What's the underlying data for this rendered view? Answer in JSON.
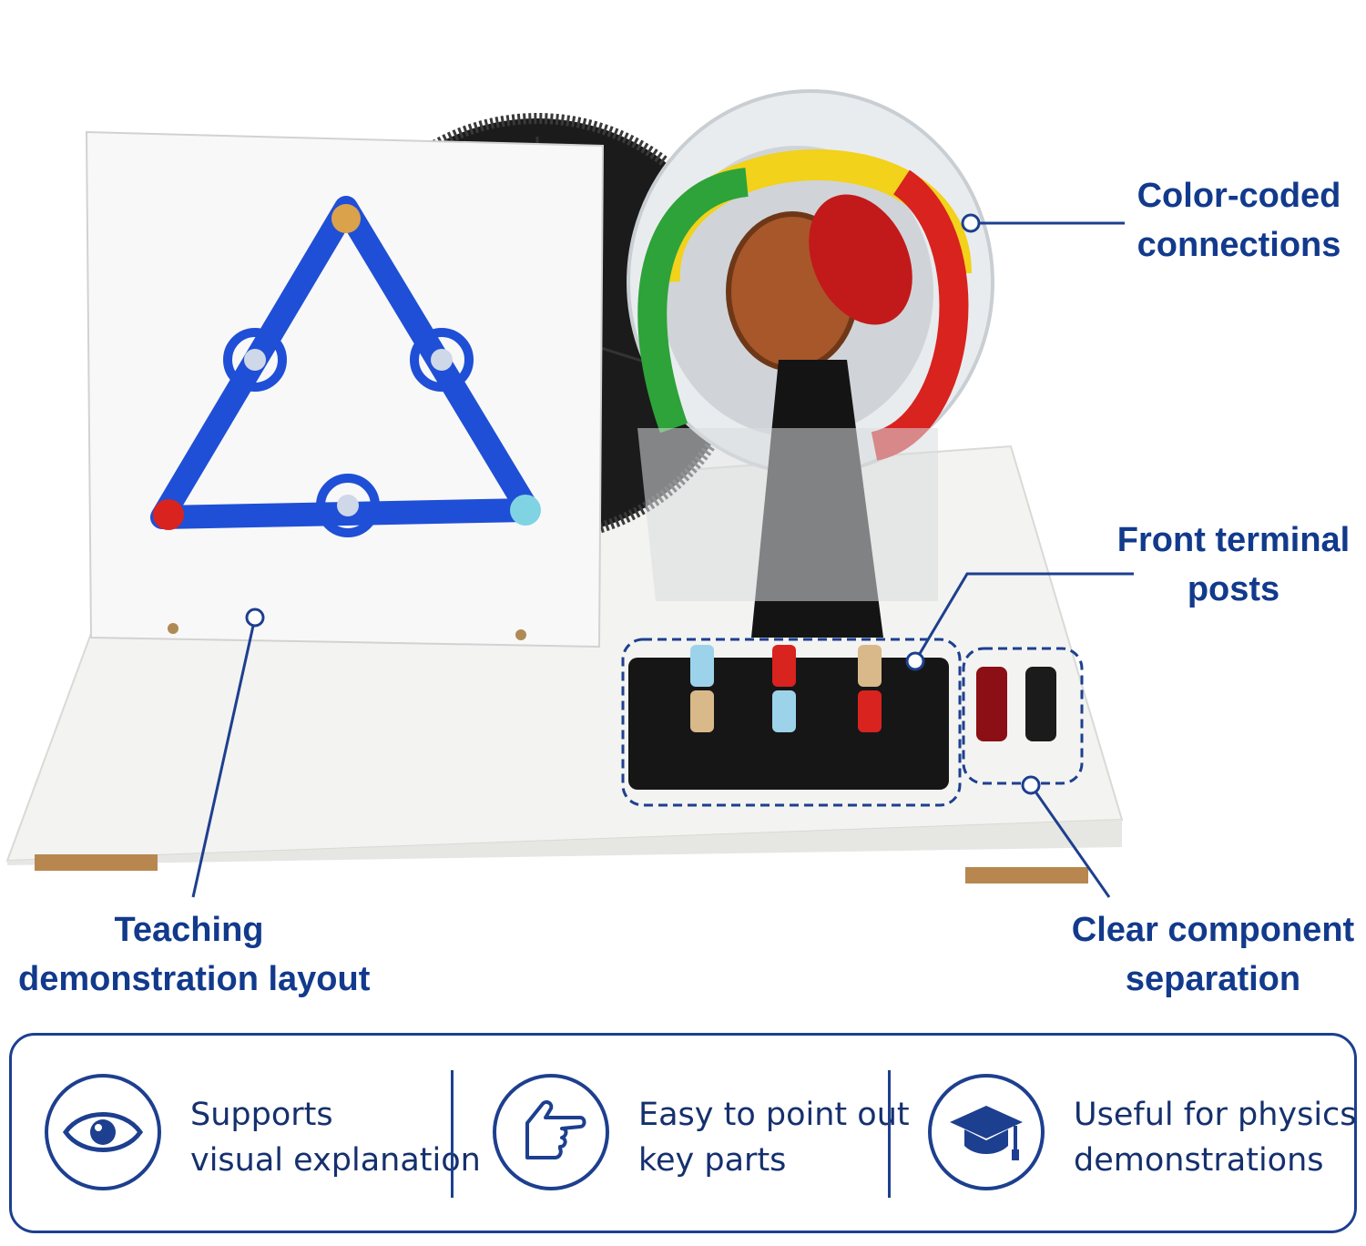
{
  "callouts": {
    "color_coded": {
      "line1": "Color-coded",
      "line2": "connections"
    },
    "front_terminal": {
      "line1": "Front terminal",
      "line2": "posts"
    },
    "clear_component": {
      "line1": "Clear component",
      "line2": "separation"
    },
    "teaching_layout": {
      "line1": "Teaching",
      "line2": "demonstration layout"
    }
  },
  "features": [
    {
      "icon": "eye-icon",
      "line1": "Supports",
      "line2": "visual explanation"
    },
    {
      "icon": "pointing-hand-icon",
      "line1": "Easy to point out",
      "line2": "key parts"
    },
    {
      "icon": "graduation-cap-icon",
      "line1": "Useful for physics",
      "line2": "demonstrations"
    }
  ],
  "colors": {
    "accent": "#1d3f8f",
    "text": "#123a8c",
    "coil_red": "#d8231f",
    "coil_green": "#2da339",
    "coil_yellow": "#f2d21a",
    "panel_blue": "#1f4fd6",
    "copper": "#a8572a"
  }
}
